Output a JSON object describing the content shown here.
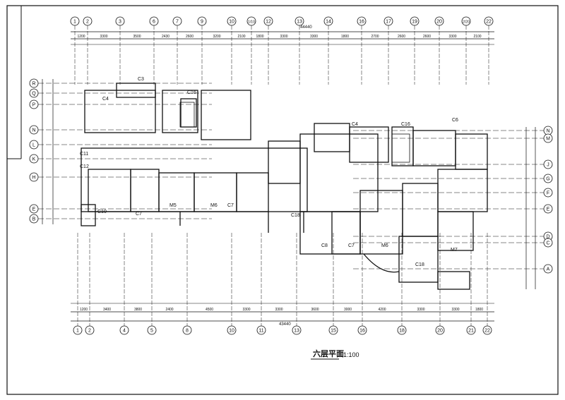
{
  "drawing": {
    "title": "六层平面",
    "scale": "1:100",
    "top_total": "44440",
    "bottom_total": "43440"
  },
  "top_axes": [
    "1",
    "2",
    "3",
    "6",
    "7",
    "9",
    "10",
    "1/10",
    "12",
    "13",
    "14",
    "16",
    "17",
    "19",
    "20",
    "2/20",
    "22"
  ],
  "top_dims": [
    "1200",
    "3300",
    "3500",
    "2430",
    "2600",
    "3200",
    "2100",
    "1800",
    "3300",
    "3300",
    "1800",
    "2700",
    "2600",
    "2600",
    "3300",
    "2100"
  ],
  "bottom_axes": [
    "1",
    "2",
    "4",
    "5",
    "8",
    "10",
    "11",
    "13",
    "15",
    "16",
    "18",
    "20",
    "21",
    "22"
  ],
  "bottom_dims": [
    "1200",
    "3400",
    "3800",
    "2400",
    "4500",
    "3300",
    "3300",
    "3600",
    "3000",
    "4200",
    "3300",
    "3300",
    "1800"
  ],
  "left_axes": [
    "R",
    "Q",
    "P",
    "N",
    "L",
    "K",
    "H",
    "E",
    "B"
  ],
  "right_axes": [
    "N",
    "M",
    "J",
    "G",
    "F",
    "E",
    "D",
    "C",
    "A"
  ],
  "openings": [
    "C3",
    "C4",
    "C16",
    "C11",
    "C12",
    "C10",
    "C7",
    "M5",
    "M6",
    "C7",
    "C18",
    "C8",
    "C7",
    "M6",
    "C18",
    "M7",
    "C4",
    "C16",
    "C6"
  ],
  "colors": {
    "line": "#111111",
    "paper": "#ffffff"
  }
}
